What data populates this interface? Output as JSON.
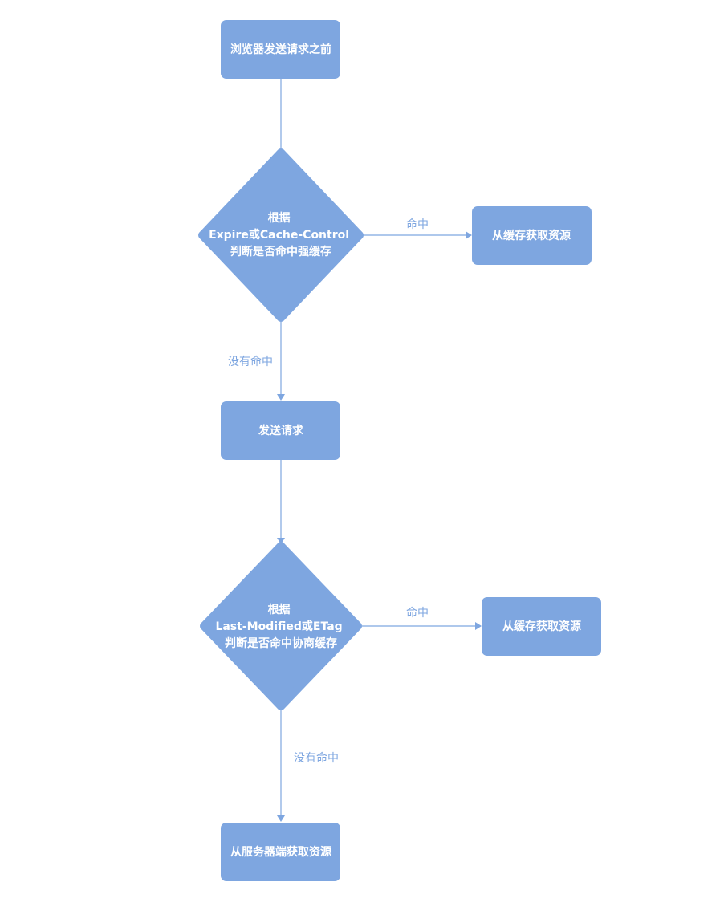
{
  "nodes": {
    "before_request": {
      "lines": [
        "浏览器发送请求之前"
      ]
    },
    "strong_check": {
      "lines": [
        "根据",
        "Expire或Cache-Control",
        "判断是否命中强缓存"
      ]
    },
    "strong_cache_hit": {
      "lines": [
        "从缓存获取资源"
      ]
    },
    "send_request": {
      "lines": [
        "发送请求"
      ]
    },
    "negotiate_check": {
      "lines": [
        "根据",
        "Last-Modified或ETag",
        "判断是否命中协商缓存"
      ]
    },
    "negotiate_cache_hit": {
      "lines": [
        "从缓存获取资源"
      ]
    },
    "server_fetch": {
      "lines": [
        "从服务器端获取资源"
      ]
    }
  },
  "edges": {
    "strong_hit": {
      "label": "命中"
    },
    "strong_miss": {
      "label": "没有命中"
    },
    "negotiate_hit": {
      "label": "命中"
    },
    "negotiate_miss": {
      "label": "没有命中"
    }
  },
  "colors": {
    "node_fill": "#7ea6e0",
    "node_text": "#ffffff",
    "edge": "#7ea6e0"
  }
}
